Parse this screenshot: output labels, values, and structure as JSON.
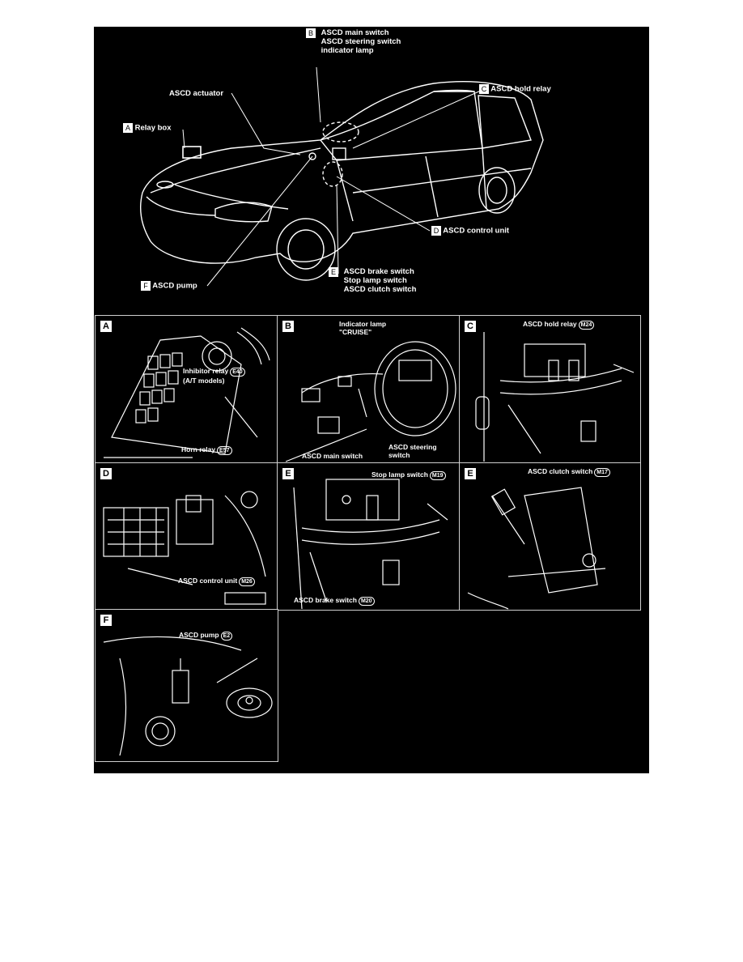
{
  "overview": {
    "callouts": {
      "b": {
        "letter": "B",
        "line1": "ASCD main switch",
        "line2": "ASCD steering switch",
        "line3": "indicator lamp"
      },
      "c": {
        "letter": "C",
        "text": "ASCD hold relay"
      },
      "actuator": {
        "text": "ASCD actuator"
      },
      "a": {
        "letter": "A",
        "text": "Relay box"
      },
      "d": {
        "letter": "D",
        "text": "ASCD control unit"
      },
      "e": {
        "letter": "E",
        "line1": "ASCD brake switch",
        "line2": "Stop lamp switch",
        "line3": "ASCD clutch switch"
      },
      "f": {
        "letter": "F",
        "text": "ASCD pump"
      }
    }
  },
  "panels": {
    "a": {
      "letter": "A",
      "inhibitor": "Inhibitor relay",
      "inhibitor_note": "(A/T models)",
      "inhibitor_conn": "E40",
      "horn": "Horn relay",
      "horn_conn": "E57"
    },
    "b": {
      "letter": "B",
      "lamp1": "Indicator lamp",
      "lamp2": "\"CRUISE\"",
      "main": "ASCD main switch",
      "steer1": "ASCD steering",
      "steer2": "switch"
    },
    "c": {
      "letter": "C",
      "relay": "ASCD hold relay",
      "relay_conn": "M24"
    },
    "d": {
      "letter": "D",
      "unit": "ASCD control unit",
      "unit_conn": "M26"
    },
    "e1": {
      "letter": "E",
      "stop": "Stop lamp switch",
      "stop_conn": "M19",
      "brake": "ASCD brake switch",
      "brake_conn": "M20"
    },
    "e2": {
      "letter": "E",
      "clutch": "ASCD clutch switch",
      "clutch_conn": "M17"
    },
    "f": {
      "letter": "F",
      "pump": "ASCD pump",
      "pump_conn": "E2"
    }
  }
}
